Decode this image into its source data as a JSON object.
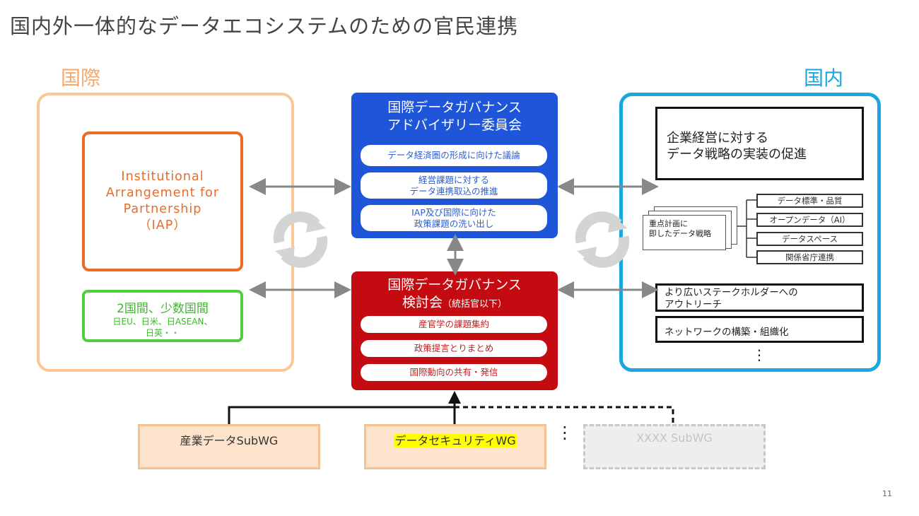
{
  "title": "国内外一体的なデータエコシステムのための官民連携",
  "labels": {
    "international": "国際",
    "domestic": "国内"
  },
  "colors": {
    "international": "#f7a86a",
    "domestic": "#1aa6de"
  },
  "left": {
    "iap_lines": [
      "Institutional",
      "Arrangement for",
      "Partnership",
      "（IAP）"
    ],
    "bilateral_title": "2国間、少数国間",
    "bilateral_sub_lines": [
      "日EU、日米、日ASEAN、",
      "日英・・"
    ]
  },
  "committee": {
    "title_lines": [
      "国際データガバナンス",
      "アドバイザリー委員会"
    ],
    "items": [
      [
        "データ経済圏の形成に向けた議論"
      ],
      [
        "経営課題に対する",
        "データ連携取込の推進"
      ],
      [
        "IAP及び国際に向けた",
        "政策課題の洗い出し"
      ]
    ]
  },
  "council": {
    "title_line1": "国際データガバナンス",
    "title_line2": "検討会",
    "title_note": "（統括官以下）",
    "items": [
      "産官学の課題集約",
      "政策提言とりまとめ",
      "国際動向の共有・発信"
    ]
  },
  "right": {
    "mgmt_lines": [
      "企業経営に対する",
      "データ戦略の実装の促進"
    ],
    "doc_lines": [
      "重点計画に",
      "即したデータ戦略"
    ],
    "items": [
      "データ標準・品質",
      "オープンデータ（AI）",
      "データスペース",
      "関係省庁連携"
    ],
    "outreach_lines": [
      "より広いステークホルダーへの",
      "アウトリーチ"
    ],
    "network": "ネットワークの構築・組織化",
    "ellipsis": "⋮"
  },
  "subwgs": {
    "industry": "産業データSubWG",
    "security": "データセキュリティWG",
    "xxxx": "XXXX SubWG",
    "ellipsis": "⋮"
  },
  "page_number": "11"
}
